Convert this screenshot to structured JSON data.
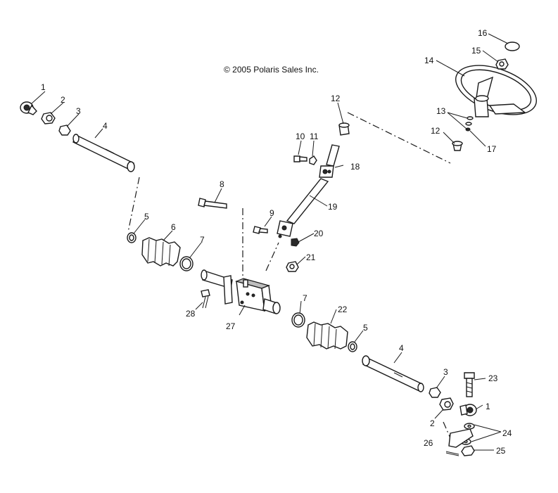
{
  "copyright": "© 2005 Polaris Sales Inc.",
  "callouts": {
    "c1a": "1",
    "c2a": "2",
    "c3a": "3",
    "c4a": "4",
    "c5a": "5",
    "c6": "6",
    "c7a": "7",
    "c8": "8",
    "c9": "9",
    "c10": "10",
    "c11": "11",
    "c12a": "12",
    "c12b": "12",
    "c13": "13",
    "c14": "14",
    "c15": "15",
    "c16": "16",
    "c17": "17",
    "c18": "18",
    "c19": "19",
    "c20": "20",
    "c21": "21",
    "c22": "22",
    "c23": "23",
    "c24": "24",
    "c25": "25",
    "c26": "26",
    "c27": "27",
    "c28": "28",
    "c7b": "7",
    "c5b": "5",
    "c4b": "4",
    "c3b": "3",
    "c2b": "2",
    "c1b": "1"
  }
}
